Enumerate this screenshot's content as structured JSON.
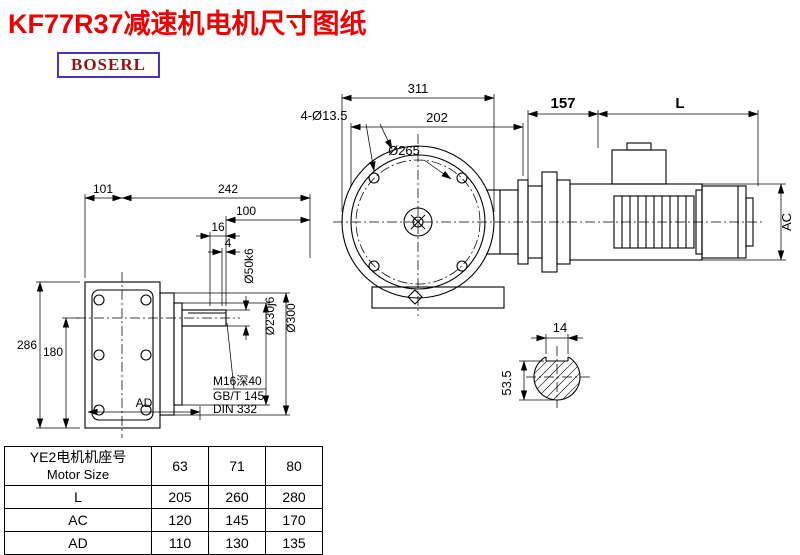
{
  "title": "KF77R37减速机电机尺寸图纸",
  "logo": "BOSERL",
  "side_view": {
    "dim_101": "101",
    "dim_242": "242",
    "dim_100": "100",
    "dim_16": "16",
    "dim_4": "4",
    "dim_286": "286",
    "dim_180": "180",
    "dim_ad": "AD",
    "shaft_dia": "Ø50k6",
    "spigot_dia": "Ø230j6",
    "flange_dia": "Ø300",
    "thread_note": "M16深40",
    "std_gb": "GB/T 145",
    "std_din": "DIN 332"
  },
  "front_view": {
    "dim_311": "311",
    "dim_202": "202",
    "bolt_holes": "4-Ø13.5",
    "flange_dia": "Ø265"
  },
  "motor": {
    "dim_157": "157",
    "dim_l": "L",
    "dim_ac": "AC"
  },
  "shaft_section": {
    "dim_14": "14",
    "dim_53_5": "53.5"
  },
  "size_table": {
    "header_cn": "YE2电机机座号",
    "header_en": "Motor Size",
    "sizes": [
      "63",
      "71",
      "80"
    ],
    "rows": [
      {
        "label": "L",
        "values": [
          "205",
          "260",
          "280"
        ]
      },
      {
        "label": "AC",
        "values": [
          "120",
          "145",
          "170"
        ]
      },
      {
        "label": "AD",
        "values": [
          "110",
          "130",
          "135"
        ]
      }
    ]
  }
}
